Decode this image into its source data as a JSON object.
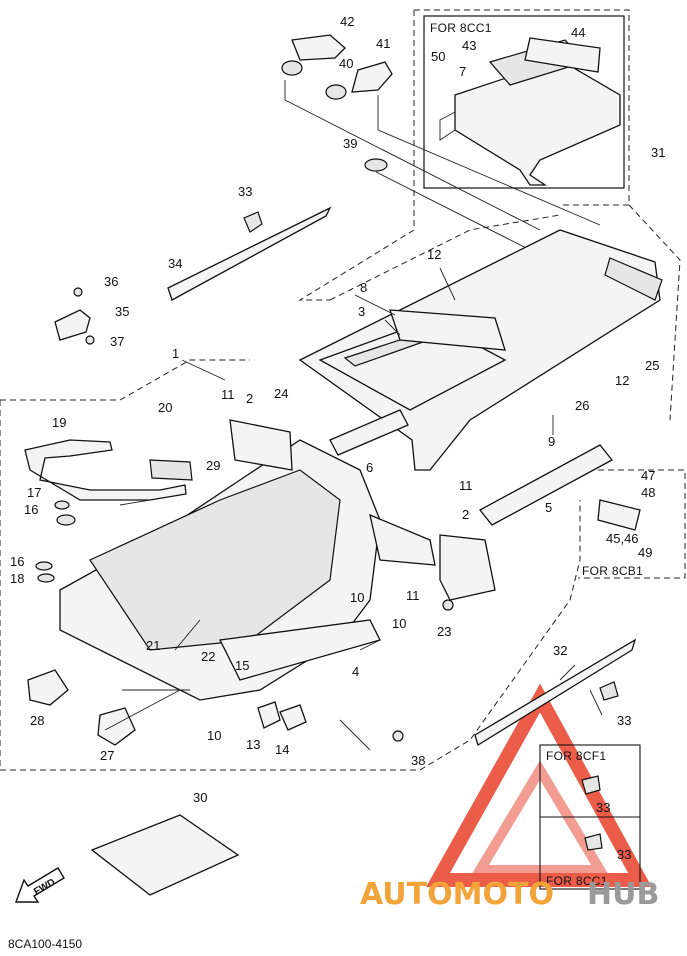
{
  "labels": {
    "p1": "1",
    "p2a": "2",
    "p2b": "2",
    "p3": "3",
    "p4": "4",
    "p5": "5",
    "p6": "6",
    "p7": "7",
    "p8": "8",
    "p9": "9",
    "p10a": "10",
    "p10b": "10",
    "p10c": "10",
    "p11a": "11",
    "p11b": "11",
    "p11c": "11",
    "p12a": "12",
    "p12b": "12",
    "p13": "13",
    "p14": "14",
    "p15": "15",
    "p16a": "16",
    "p16b": "16",
    "p17": "17",
    "p18": "18",
    "p19": "19",
    "p20": "20",
    "p21": "21",
    "p22": "22",
    "p23": "23",
    "p24": "24",
    "p25": "25",
    "p26": "26",
    "p27": "27",
    "p28": "28",
    "p29": "29",
    "p30": "30",
    "p31": "31",
    "p32": "32",
    "p33a": "33",
    "p33b": "33",
    "p33c": "33",
    "p33d": "33",
    "p34": "34",
    "p35": "35",
    "p36": "36",
    "p37": "37",
    "p38": "38",
    "p39": "39",
    "p40": "40",
    "p41": "41",
    "p42": "42",
    "p43": "43",
    "p44": "44",
    "p4546": "45,46",
    "p47": "47",
    "p48": "48",
    "p49": "49",
    "p50": "50"
  },
  "boxes": {
    "for_8cc1_top": "FOR 8CC1",
    "for_8cb1": "FOR 8CB1",
    "for_8cf1": "FOR 8CF1",
    "for_8cc1_bottom": "FOR 8CC1"
  },
  "fwd_label": "FWD",
  "diagram_code": "8CA100-4150",
  "watermark": {
    "part1": "AUTOMOTO",
    "part2": "HUB",
    "color1": "#f2a33a",
    "color2": "#9a9a9a",
    "triangle_color": "#e8402a"
  }
}
